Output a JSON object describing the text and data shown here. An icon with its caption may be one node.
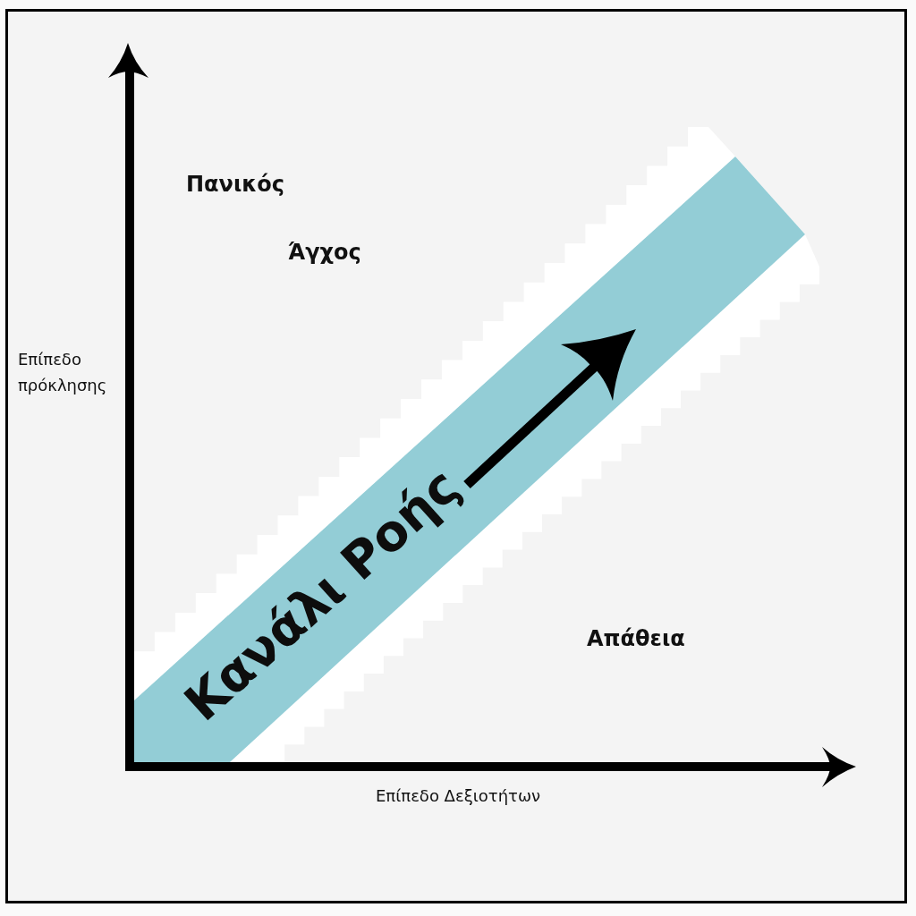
{
  "diagram": {
    "nodes": [
      {
        "text": [
          "Κανάλι Ροής"
        ]
      }
    ],
    "labels": [
      "Πανικός",
      "Άγχος",
      "Επίπεδο πρόκλησης",
      "Απάθεια",
      "Επίπεδο Δεξιοτήτων"
    ]
  }
}
